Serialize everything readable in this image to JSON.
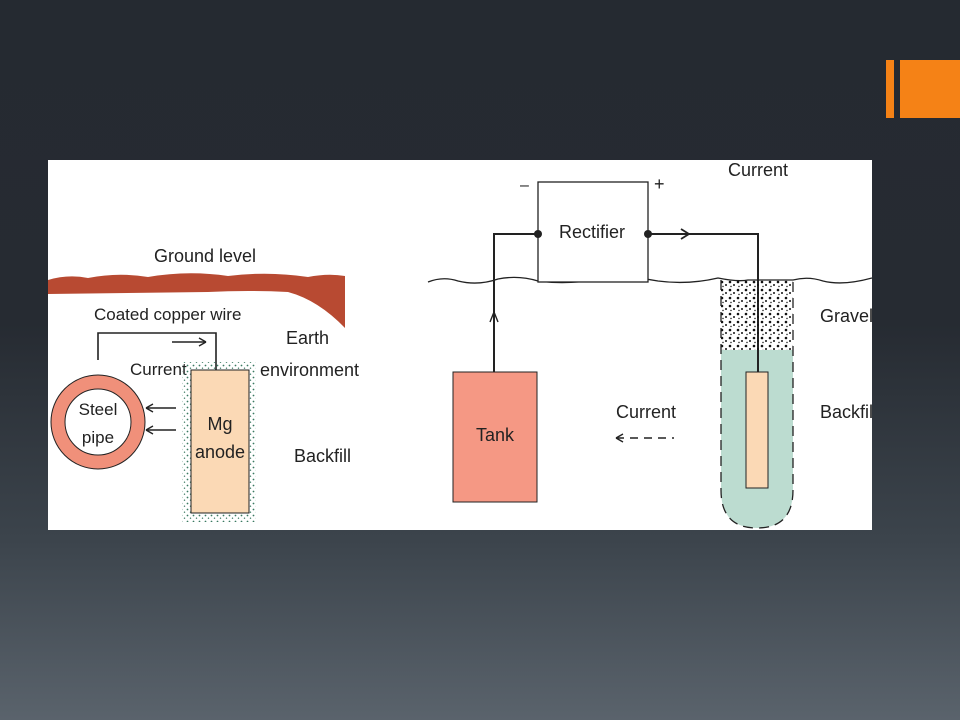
{
  "left_diagram": {
    "ground_level_label": "Ground level",
    "wire_label": "Coated copper wire",
    "current_label": "Current",
    "earth_label_line1": "Earth",
    "earth_label_line2": "environment",
    "pipe_label_line1": "Steel",
    "pipe_label_line2": "pipe",
    "anode_label_line1": "Mg",
    "anode_label_line2": "anode",
    "backfill_label": "Backfill"
  },
  "right_diagram": {
    "minus_label": "–",
    "plus_label": "+",
    "rectifier_label": "Rectifier",
    "current_top_label": "Current",
    "gravel_label": "Gravel",
    "backfill_label": "Backfill",
    "tank_label": "Tank",
    "current_label": "Current"
  },
  "colors": {
    "ground": "#b84a32",
    "pipe": "#f0907a",
    "anode": "#fbd9b5",
    "tank": "#f59884",
    "backfill": "#bcdcd0",
    "accent": "#f58216"
  }
}
